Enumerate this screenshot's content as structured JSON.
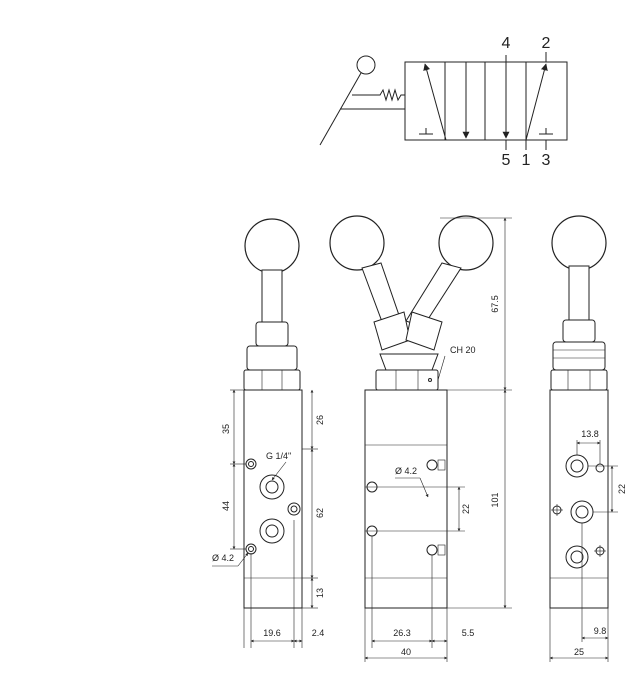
{
  "symbol": {
    "ports_top": [
      "4",
      "2"
    ],
    "ports_bottom": [
      "5",
      "1",
      "3"
    ]
  },
  "dimensions": {
    "d67_5": "67.5",
    "d101": "101",
    "d26": "26",
    "d62": "62",
    "d13": "13",
    "d35": "35",
    "d44": "44",
    "d22_front": "22",
    "d22_right": "22",
    "d13_8": "13.8",
    "d19_6": "19.6",
    "d2_4": "2.4",
    "d26_3": "26.3",
    "d5_5": "5.5",
    "d40": "40",
    "d9_8": "9.8",
    "d25": "25"
  },
  "labels": {
    "ch20": "CH 20",
    "g14": "G 1/4\"",
    "phi42_left": "Ø 4.2",
    "phi42_front": "Ø 4.2"
  },
  "colors": {
    "stroke": "#222222",
    "background": "#ffffff"
  }
}
